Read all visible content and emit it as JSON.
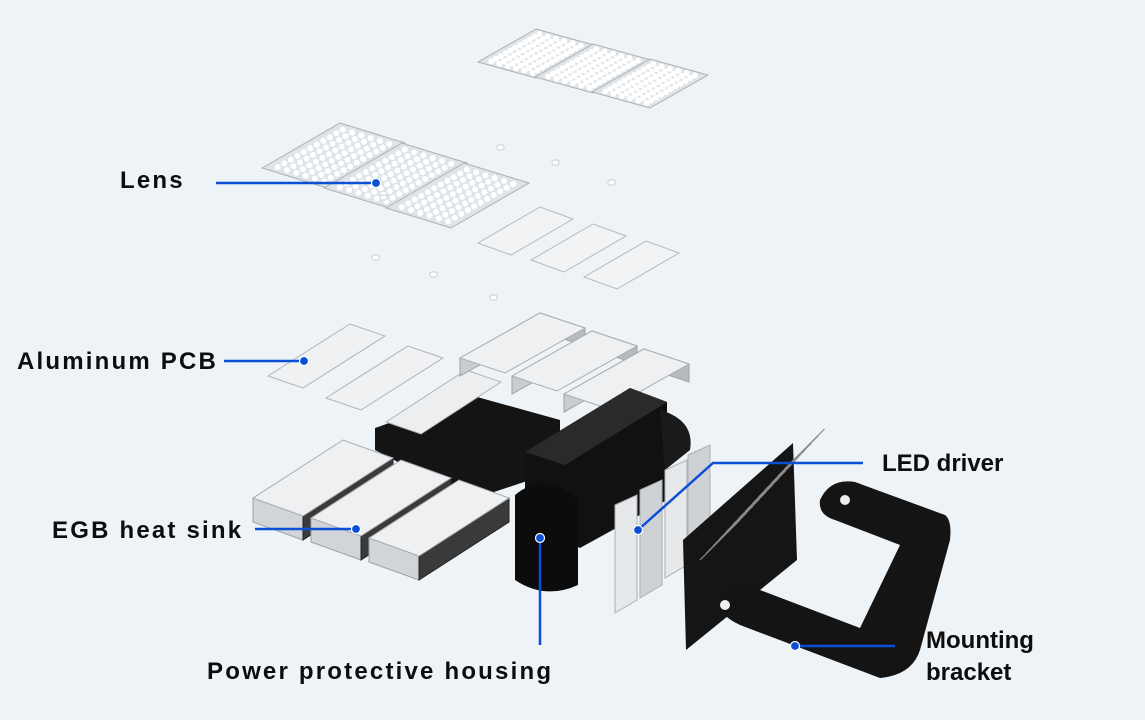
{
  "colors": {
    "background": "#eef3f7",
    "callout": "#0a4fd6",
    "text": "#0d0d0d"
  },
  "labels": {
    "lens": "Lens",
    "aluminum_pcb": "Aluminum PCB",
    "egb_heat_sink": "EGB heat sink",
    "led_driver": "LED driver",
    "power_housing": "Power protective housing",
    "mounting_bracket_line1": "Mounting",
    "mounting_bracket_line2": "bracket"
  }
}
